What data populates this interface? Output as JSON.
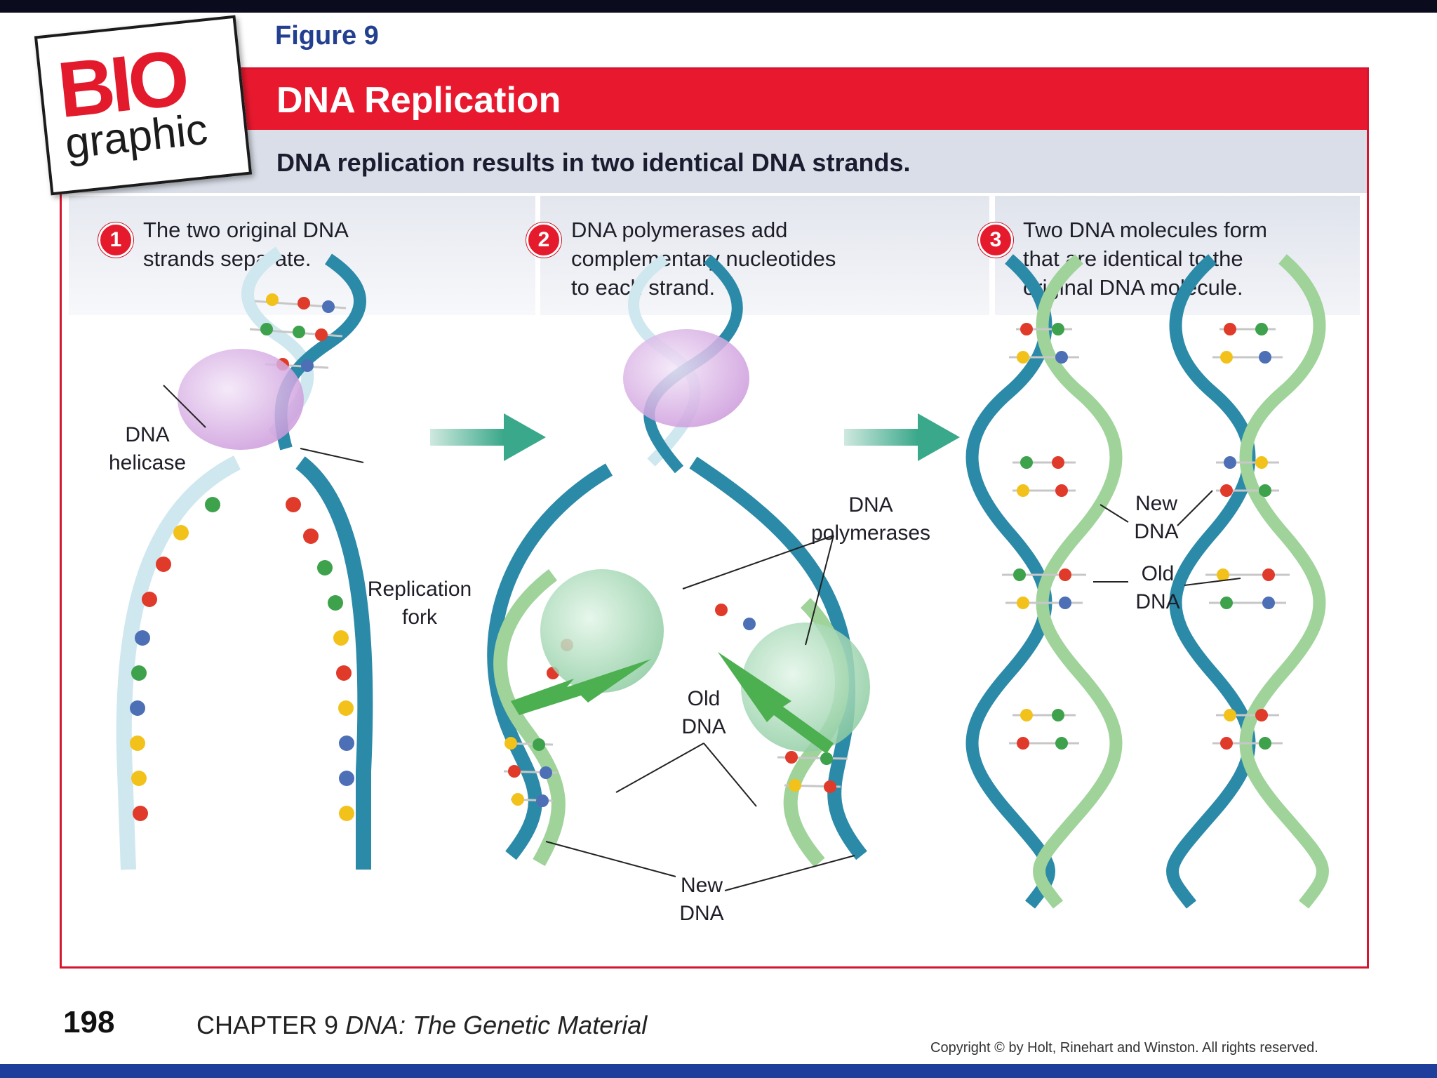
{
  "figure_label": "Figure 9",
  "logo": {
    "top": "BIO",
    "bottom": "graphic"
  },
  "header": {
    "title": "DNA Replication",
    "subtitle": "DNA replication results in two identical DNA strands."
  },
  "steps": [
    {
      "number": "1",
      "lines": [
        "The two original DNA",
        "strands separate."
      ]
    },
    {
      "number": "2",
      "lines": [
        "DNA polymerases add",
        "complementary nucleotides",
        "to each strand."
      ]
    },
    {
      "number": "3",
      "lines": [
        "Two DNA molecules form",
        "that are identical to the",
        "original DNA molecule."
      ]
    }
  ],
  "labels": {
    "helicase": [
      "DNA",
      "helicase"
    ],
    "fork": [
      "Replication",
      "fork"
    ],
    "polymerases": [
      "DNA",
      "polymerases"
    ],
    "old_dna_mid": [
      "Old",
      "DNA"
    ],
    "new_dna_mid": [
      "New",
      "DNA"
    ],
    "new_dna_right": [
      "New",
      "DNA"
    ],
    "old_dna_right": [
      "Old",
      "DNA"
    ]
  },
  "footer": {
    "page_number": "198",
    "chapter": "CHAPTER 9",
    "chapter_title": "DNA: The Genetic Material",
    "copyright": "Copyright © by Holt, Rinehart and Winston.  All rights reserved."
  },
  "colors": {
    "accent_red": "#e8192f",
    "old_strand": "#2b8aa8",
    "new_strand": "#9fd39a",
    "helicase": "#d9b3e6",
    "polymerase": "#a9dcb8",
    "arrow": "#3aa88a"
  }
}
